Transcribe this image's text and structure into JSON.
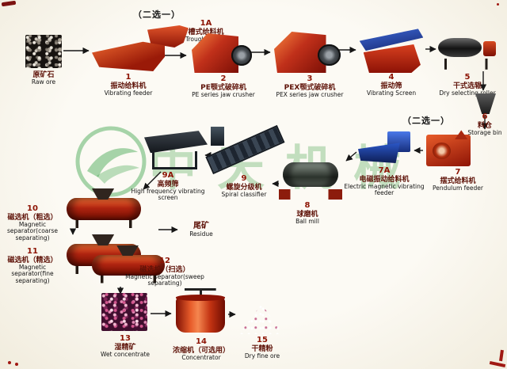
{
  "watermark": {
    "text": "中天机械"
  },
  "choice": {
    "top": "（二选一）",
    "bottom": "（二选一）"
  },
  "palette": {
    "machine_red": "#c0301a",
    "machine_blue": "#2b57c8",
    "watermark_green": "#2f9e3f",
    "label_dark_red": "#5e1208",
    "background_cream": "#f7f3e8"
  },
  "nodes": [
    {
      "id": "raw",
      "num": "",
      "zh": "原矿石",
      "en": "Raw ore"
    },
    {
      "id": "1A",
      "num": "1A",
      "zh": "槽式给料机",
      "en": "Trough feeder"
    },
    {
      "id": "1",
      "num": "1",
      "zh": "振动给料机",
      "en": "Vibrating feeder"
    },
    {
      "id": "2",
      "num": "2",
      "zh": "PE颚式破碎机",
      "en": "PE series jaw crusher"
    },
    {
      "id": "3",
      "num": "3",
      "zh": "PEX颚式破碎机",
      "en": "PEX series jaw crusher"
    },
    {
      "id": "4",
      "num": "4",
      "zh": "振动筛",
      "en": "Vibrating Screen"
    },
    {
      "id": "5",
      "num": "5",
      "zh": "干式选辊",
      "en": "Dry selecting roller"
    },
    {
      "id": "6",
      "num": "6",
      "zh": "料仓",
      "en": "Storage bin"
    },
    {
      "id": "7A",
      "num": "7A",
      "zh": "电磁振动给料机",
      "en": "Electric magnetic vibrating feeder"
    },
    {
      "id": "7",
      "num": "7",
      "zh": "摆式给料机",
      "en": "Pendulum feeder"
    },
    {
      "id": "8",
      "num": "8",
      "zh": "球磨机",
      "en": "Ball mill"
    },
    {
      "id": "9",
      "num": "9",
      "zh": "螺旋分级机",
      "en": "Spiral classifier"
    },
    {
      "id": "9A",
      "num": "9A",
      "zh": "高频筛",
      "en": "High frequency vibrating screen"
    },
    {
      "id": "10",
      "num": "10",
      "zh": "磁选机（粗选）",
      "en": "Magnetic separator(coarse separating)"
    },
    {
      "id": "res",
      "num": "",
      "zh": "尾矿",
      "en": "Residue"
    },
    {
      "id": "11",
      "num": "11",
      "zh": "磁选机（精选）",
      "en": "Magnetic separator(fine separating)"
    },
    {
      "id": "12",
      "num": "12",
      "zh": "磁选机（扫选）",
      "en": "Magnetic separator(sweep separating)"
    },
    {
      "id": "13",
      "num": "13",
      "zh": "湿精矿",
      "en": "Wet concentrate"
    },
    {
      "id": "14",
      "num": "14",
      "zh": "浓缩机（可选用）",
      "en": "Concentrator"
    },
    {
      "id": "15",
      "num": "15",
      "zh": "干精粉",
      "en": "Dry fine ore"
    }
  ]
}
